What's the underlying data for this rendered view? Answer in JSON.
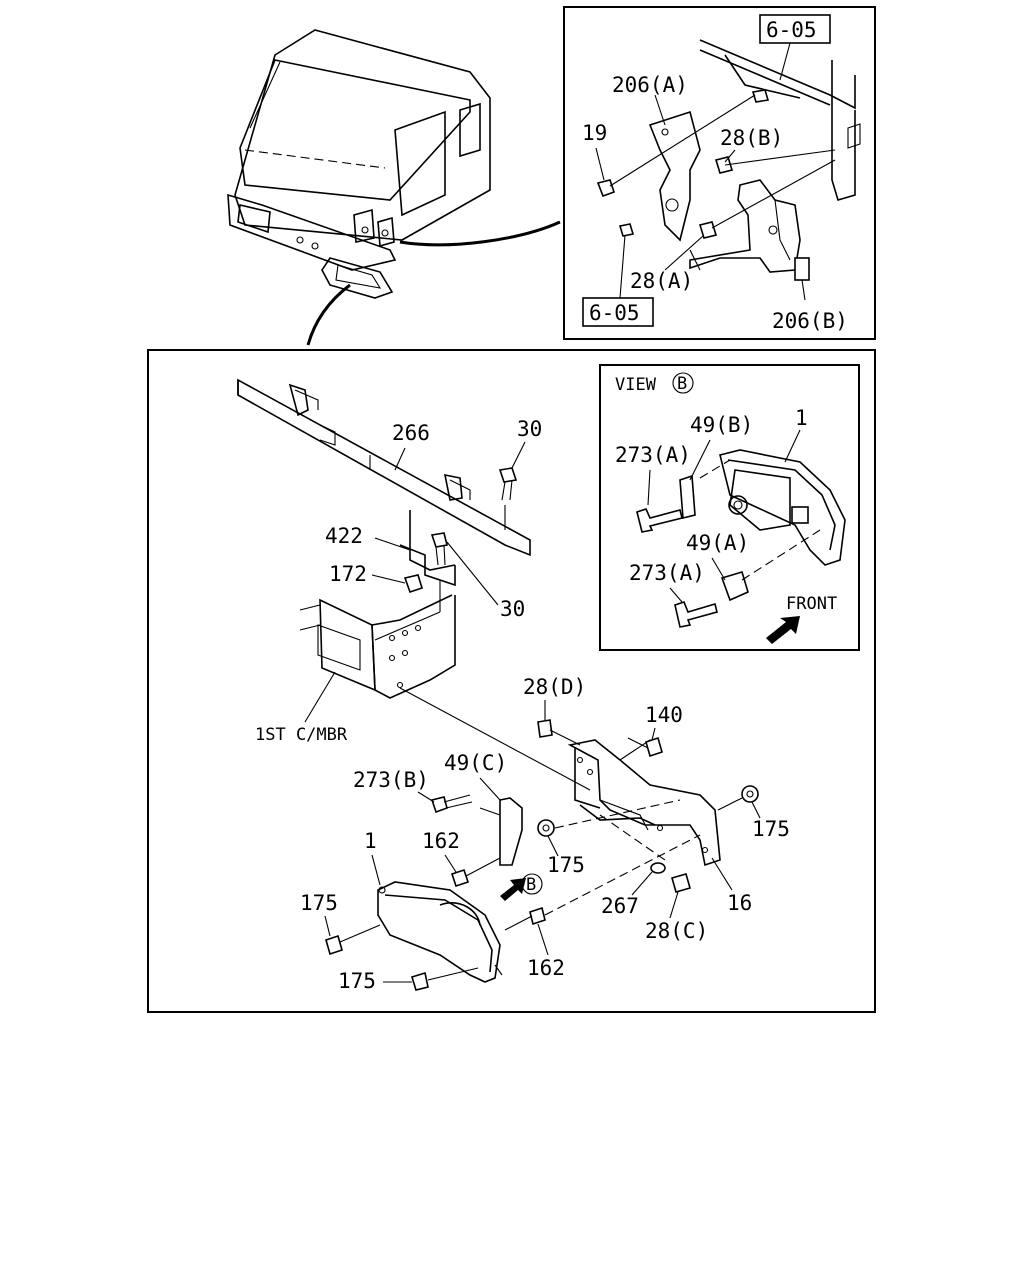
{
  "colors": {
    "line": "#000000",
    "background": "#ffffff"
  },
  "labels": {
    "ref_top": "6-05",
    "ref_bottom": "6-05",
    "p206a": "206(A)",
    "p19": "19",
    "p28b": "28(B)",
    "p28a": "28(A)",
    "p206b": "206(B)",
    "view_b": "VIEW",
    "view_b_circle": "B",
    "p49b": "49(B)",
    "p1_view": "1",
    "p273a_1": "273(A)",
    "p49a": "49(A)",
    "p273a_2": "273(A)",
    "front": "FRONT",
    "p266": "266",
    "p30_top": "30",
    "p422": "422",
    "p172": "172",
    "p30_mid": "30",
    "first_cmbr": "1ST C/MBR",
    "p28d": "28(D)",
    "p140": "140",
    "p273b": "273(B)",
    "p49c": "49(C)",
    "p175_right": "175",
    "p162_top": "162",
    "p1_main": "1",
    "p175_mid": "175",
    "p175_left_top": "175",
    "b_marker": "B",
    "p267": "267",
    "p16": "16",
    "p28c": "28(C)",
    "p162_bottom": "162",
    "p175_left_bottom": "175"
  }
}
